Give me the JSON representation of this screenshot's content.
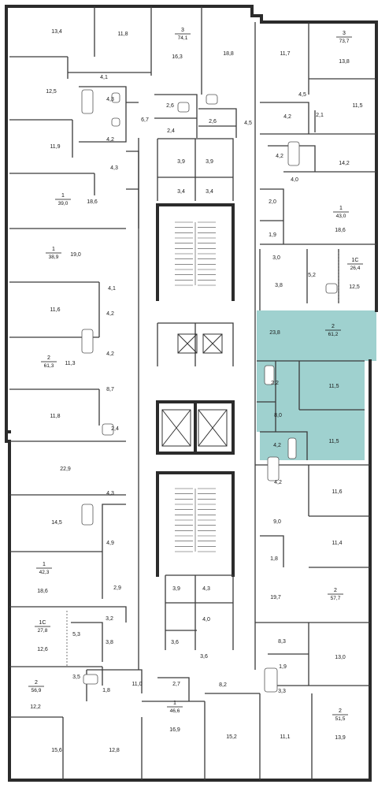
{
  "highlight_color": "#9fd1cf",
  "wall_color": "#2b2b2b",
  "rooms": [
    {
      "id": "r1",
      "text": "13,4"
    },
    {
      "id": "r2",
      "text": "11,8"
    },
    {
      "id": "r3",
      "text": "16,3"
    },
    {
      "id": "r4",
      "text": "18,8"
    },
    {
      "id": "r5",
      "text": "11,7"
    },
    {
      "id": "r6",
      "text": "13,8"
    },
    {
      "id": "r7",
      "text": "12,5"
    },
    {
      "id": "r8",
      "text": "4,1"
    },
    {
      "id": "r9",
      "text": "4,3"
    },
    {
      "id": "r10",
      "text": "4,2"
    },
    {
      "id": "r11",
      "text": "2,6"
    },
    {
      "id": "r12",
      "text": "2,4"
    },
    {
      "id": "r13",
      "text": "6,7"
    },
    {
      "id": "r14",
      "text": "2,6"
    },
    {
      "id": "r15",
      "text": "4,5"
    },
    {
      "id": "r16",
      "text": "4,5"
    },
    {
      "id": "r17",
      "text": "4,2"
    },
    {
      "id": "r18",
      "text": "2,1"
    },
    {
      "id": "r19",
      "text": "11,5"
    },
    {
      "id": "r20",
      "text": "11,9"
    },
    {
      "id": "r21",
      "text": "4,3"
    },
    {
      "id": "r22",
      "text": "3,9"
    },
    {
      "id": "r23",
      "text": "3,9"
    },
    {
      "id": "r24",
      "text": "4,2"
    },
    {
      "id": "r25",
      "text": "14,2"
    },
    {
      "id": "r26",
      "text": "4,0"
    },
    {
      "id": "r27",
      "text": "3,4"
    },
    {
      "id": "r28",
      "text": "3,4"
    },
    {
      "id": "r29",
      "text": "18,6"
    },
    {
      "id": "r30",
      "text": "2,0"
    },
    {
      "id": "r31",
      "text": "18,6"
    },
    {
      "id": "r32",
      "text": "1,9"
    },
    {
      "id": "r33",
      "text": "19,0"
    },
    {
      "id": "r34",
      "text": "3,0"
    },
    {
      "id": "r35",
      "text": "5,2"
    },
    {
      "id": "r36",
      "text": "12,5"
    },
    {
      "id": "r37",
      "text": "3,8"
    },
    {
      "id": "r38",
      "text": "4,1"
    },
    {
      "id": "r39",
      "text": "11,6"
    },
    {
      "id": "r40",
      "text": "4,2"
    },
    {
      "id": "r41",
      "text": "23,8"
    },
    {
      "id": "r42",
      "text": "4,2"
    },
    {
      "id": "r43",
      "text": "11,3"
    },
    {
      "id": "r44",
      "text": "2,2"
    },
    {
      "id": "r45",
      "text": "11,5"
    },
    {
      "id": "r46",
      "text": "8,7"
    },
    {
      "id": "r47",
      "text": "11,8"
    },
    {
      "id": "r48",
      "text": "8,0"
    },
    {
      "id": "r49",
      "text": "2,4"
    },
    {
      "id": "r50",
      "text": "11,5"
    },
    {
      "id": "r51",
      "text": "4,2"
    },
    {
      "id": "r52",
      "text": "22,9"
    },
    {
      "id": "r53",
      "text": "4,2"
    },
    {
      "id": "r54",
      "text": "11,6"
    },
    {
      "id": "r55",
      "text": "4,3"
    },
    {
      "id": "r56",
      "text": "14,5"
    },
    {
      "id": "r57",
      "text": "9,0"
    },
    {
      "id": "r58",
      "text": "4,9"
    },
    {
      "id": "r59",
      "text": "11,4"
    },
    {
      "id": "r60",
      "text": "1,8"
    },
    {
      "id": "r61",
      "text": "18,6"
    },
    {
      "id": "r62",
      "text": "2,9"
    },
    {
      "id": "r63",
      "text": "3,9"
    },
    {
      "id": "r64",
      "text": "4,3"
    },
    {
      "id": "r65",
      "text": "19,7"
    },
    {
      "id": "r66",
      "text": "3,2"
    },
    {
      "id": "r67",
      "text": "4,0"
    },
    {
      "id": "r68",
      "text": "5,3"
    },
    {
      "id": "r69",
      "text": "3,8"
    },
    {
      "id": "r70",
      "text": "3,6"
    },
    {
      "id": "r71",
      "text": "3,6"
    },
    {
      "id": "r72",
      "text": "8,3"
    },
    {
      "id": "r73",
      "text": "12,6"
    },
    {
      "id": "r74",
      "text": "13,0"
    },
    {
      "id": "r75",
      "text": "1,9"
    },
    {
      "id": "r76",
      "text": "3,5"
    },
    {
      "id": "r77",
      "text": "1,8"
    },
    {
      "id": "r78",
      "text": "11,0"
    },
    {
      "id": "r79",
      "text": "2,7"
    },
    {
      "id": "r80",
      "text": "8,2"
    },
    {
      "id": "r81",
      "text": "3,3"
    },
    {
      "id": "r82",
      "text": "12,2"
    },
    {
      "id": "r83",
      "text": "16,9"
    },
    {
      "id": "r84",
      "text": "15,2"
    },
    {
      "id": "r85",
      "text": "11,1"
    },
    {
      "id": "r86",
      "text": "13,9"
    },
    {
      "id": "r87",
      "text": "15,6"
    },
    {
      "id": "r88",
      "text": "12,8"
    }
  ],
  "apartments": [
    {
      "id": "a1",
      "rooms": "3",
      "area": "74,1"
    },
    {
      "id": "a2",
      "rooms": "3",
      "area": "73,7"
    },
    {
      "id": "a3",
      "rooms": "1",
      "area": "39,0"
    },
    {
      "id": "a4",
      "rooms": "1",
      "area": "43,0"
    },
    {
      "id": "a5",
      "rooms": "1",
      "area": "38,9"
    },
    {
      "id": "a6",
      "rooms": "1С",
      "area": "26,4"
    },
    {
      "id": "a7",
      "rooms": "2",
      "area": "61,2"
    },
    {
      "id": "a8",
      "rooms": "2",
      "area": "61,3"
    },
    {
      "id": "a9",
      "rooms": "1",
      "area": "42,3"
    },
    {
      "id": "a10",
      "rooms": "2",
      "area": "57,7"
    },
    {
      "id": "a11",
      "rooms": "1С",
      "area": "27,8"
    },
    {
      "id": "a12",
      "rooms": "2",
      "area": "56,9"
    },
    {
      "id": "a13",
      "rooms": "1",
      "area": "46,6"
    },
    {
      "id": "a14",
      "rooms": "2",
      "area": "51,5"
    }
  ]
}
